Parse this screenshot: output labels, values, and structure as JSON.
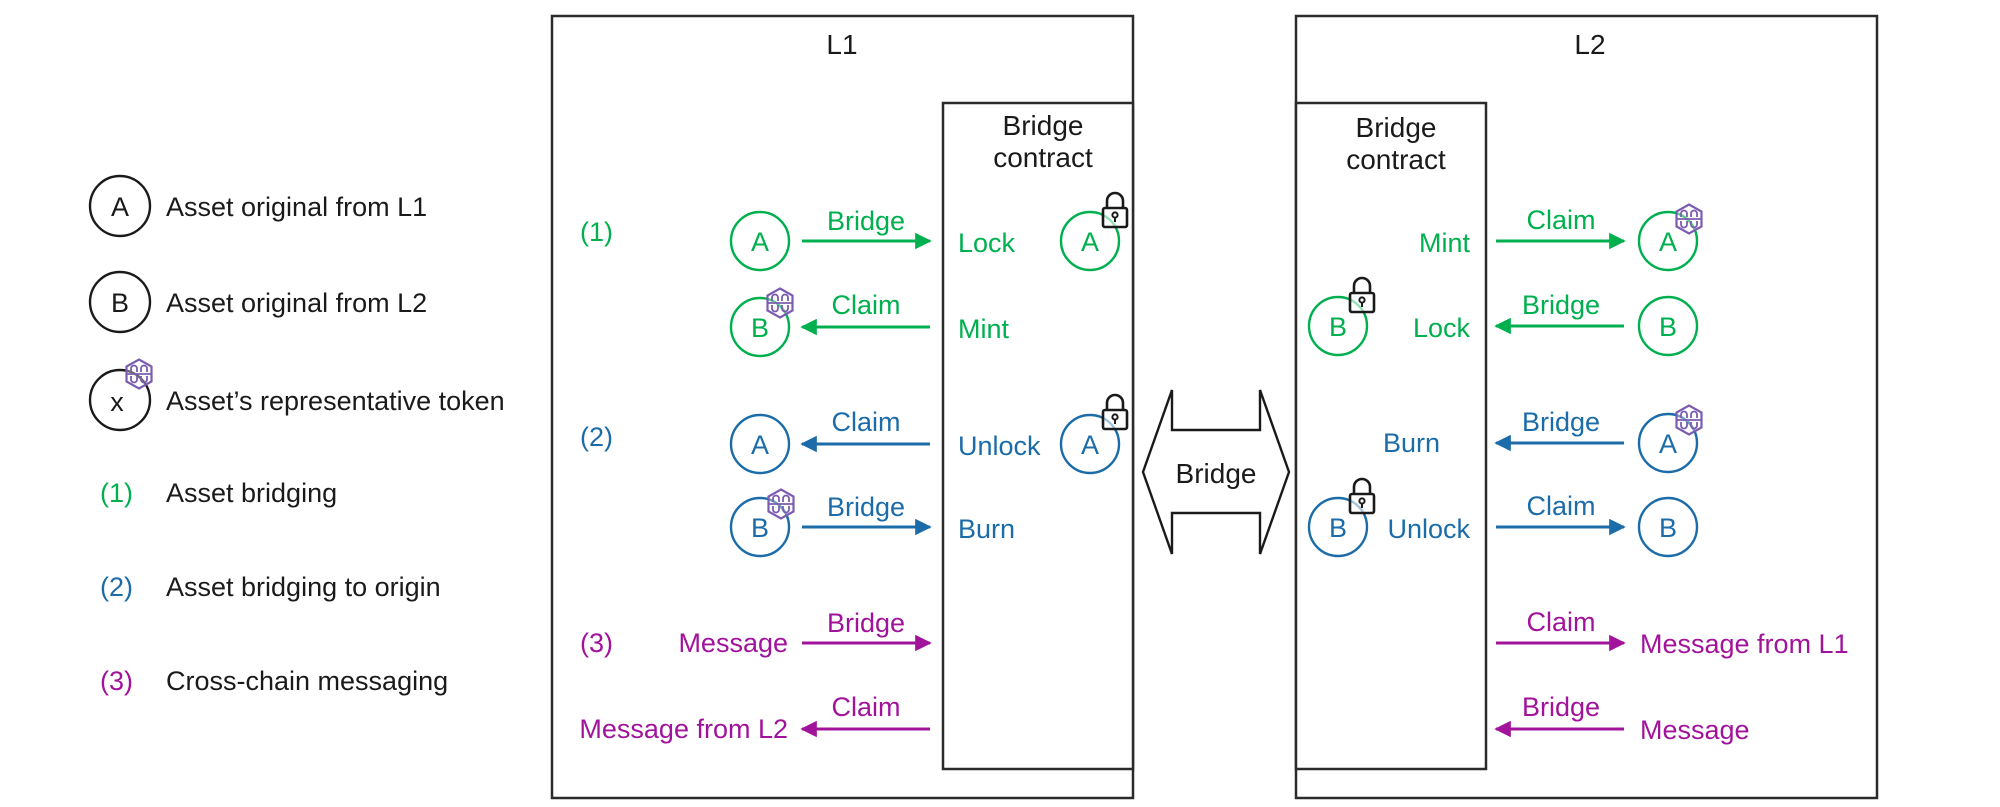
{
  "colors": {
    "green": "#00b04f",
    "blue": "#1b6ca8",
    "magenta": "#a1139b",
    "token": "#7b5cb0",
    "black": "#1a1a1a"
  },
  "legend": {
    "items": [
      {
        "symbol": "A",
        "kind": "circle",
        "label": "Asset original from L1"
      },
      {
        "symbol": "B",
        "kind": "circle",
        "label": "Asset original from L2"
      },
      {
        "symbol": "x",
        "kind": "token-circle",
        "label": "Asset’s representative token"
      },
      {
        "symbol": "(1)",
        "kind": "flow",
        "color": "green",
        "label": "Asset bridging"
      },
      {
        "symbol": "(2)",
        "kind": "flow",
        "color": "blue",
        "label": "Asset bridging to origin"
      },
      {
        "symbol": "(3)",
        "kind": "flow",
        "color": "magenta",
        "label": "Cross-chain messaging"
      }
    ]
  },
  "l1": {
    "title": "L1",
    "contract_title": [
      "Bridge",
      "contract"
    ],
    "flow_labels": [
      "(1)",
      "(2)",
      "(3)"
    ],
    "rows": [
      {
        "color": "green",
        "asset": "A",
        "token": false,
        "dir": "right",
        "action": "Bridge",
        "contract_op": "Lock",
        "held_asset": "A",
        "locked": true
      },
      {
        "color": "green",
        "asset": "B",
        "token": true,
        "dir": "left",
        "action": "Claim",
        "contract_op": "Mint"
      },
      {
        "color": "blue",
        "asset": "A",
        "token": false,
        "dir": "left",
        "action": "Claim",
        "contract_op": "Unlock",
        "held_asset": "A",
        "locked": true
      },
      {
        "color": "blue",
        "asset": "B",
        "token": true,
        "dir": "right",
        "action": "Bridge",
        "contract_op": "Burn"
      },
      {
        "color": "magenta",
        "text": "Message",
        "dir": "right",
        "action": "Bridge"
      },
      {
        "color": "magenta",
        "text": "Message from L2",
        "dir": "left",
        "action": "Claim"
      }
    ]
  },
  "bridge_connector": {
    "label": "Bridge"
  },
  "l2": {
    "title": "L2",
    "contract_title": [
      "Bridge",
      "contract"
    ],
    "rows": [
      {
        "color": "green",
        "contract_op": "Mint",
        "dir": "right",
        "action": "Claim",
        "asset": "A",
        "token": true
      },
      {
        "color": "green",
        "contract_op": "Lock",
        "held_asset": "B",
        "locked": true,
        "dir": "left",
        "action": "Bridge",
        "asset": "B",
        "token": false
      },
      {
        "color": "blue",
        "contract_op": "Burn",
        "dir": "left",
        "action": "Bridge",
        "asset": "A",
        "token": true
      },
      {
        "color": "blue",
        "contract_op": "Unlock",
        "held_asset": "B",
        "locked": true,
        "dir": "right",
        "action": "Claim",
        "asset": "B",
        "token": false
      },
      {
        "color": "magenta",
        "dir": "right",
        "action": "Claim",
        "text": "Message from L1"
      },
      {
        "color": "magenta",
        "dir": "left",
        "action": "Bridge",
        "text": "Message"
      }
    ]
  }
}
